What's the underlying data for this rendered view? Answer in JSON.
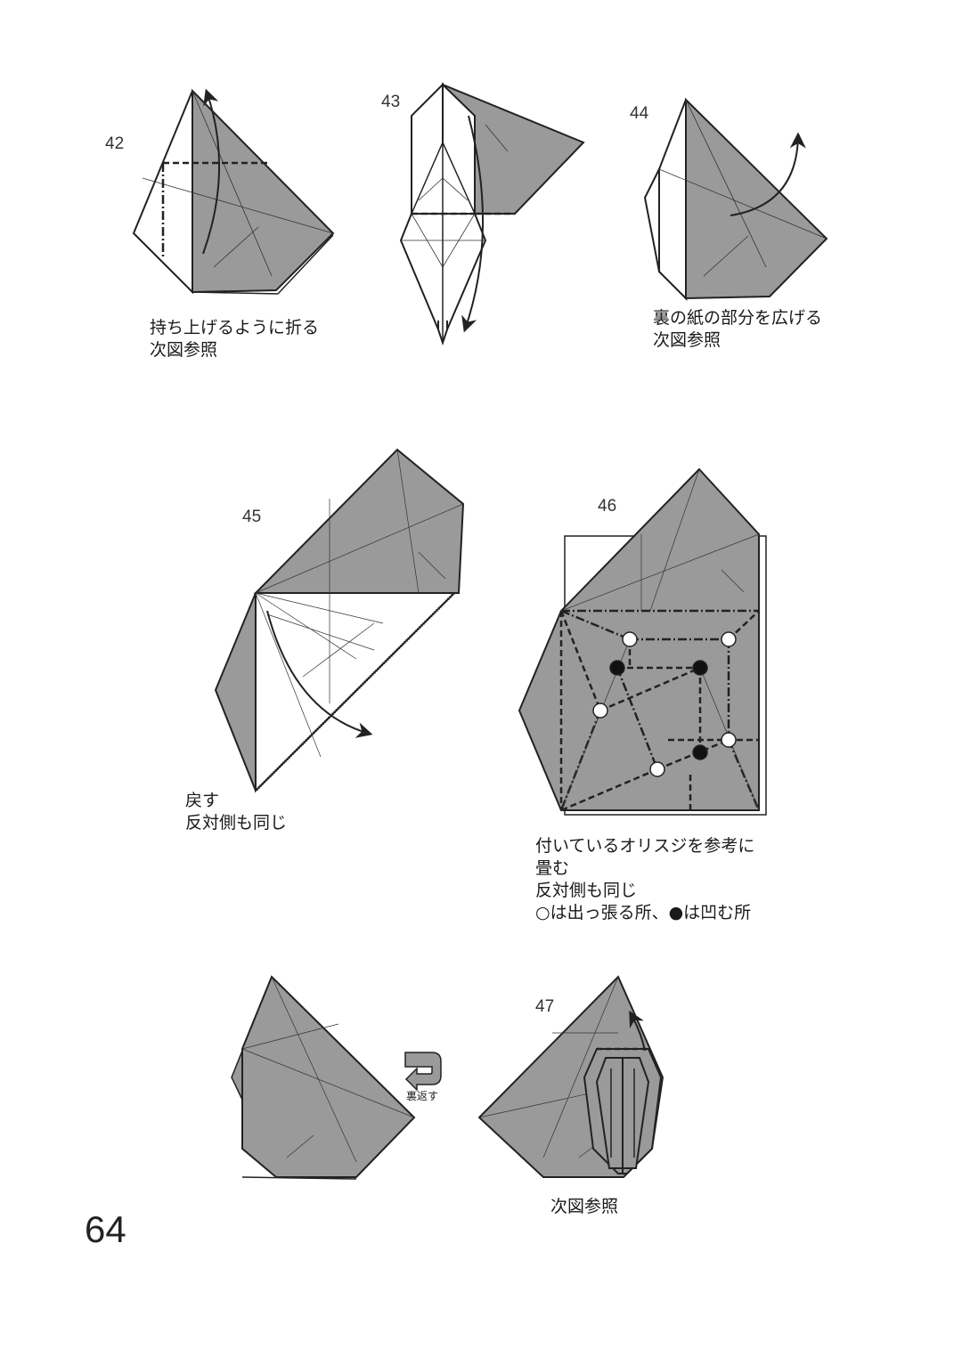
{
  "page": {
    "number": "64",
    "colors": {
      "paper_gray": "#9a9a9a",
      "line": "#222222",
      "background": "#ffffff"
    }
  },
  "steps": [
    {
      "number": "42",
      "caption": [
        "持ち上げるように折る",
        "次図参照"
      ]
    },
    {
      "number": "43",
      "caption": []
    },
    {
      "number": "44",
      "caption": [
        "裏の紙の部分を広げる",
        "次図参照"
      ]
    },
    {
      "number": "45",
      "caption": [
        "戻す",
        "反対側も同じ"
      ]
    },
    {
      "number": "46",
      "caption": [
        "付いているオリスジを参考に",
        "畳む",
        "反対側も同じ",
        "○は出っ張る所、●は凹む所"
      ]
    },
    {
      "number": "",
      "caption": []
    },
    {
      "number": "47",
      "caption": [
        "次図参照"
      ]
    }
  ],
  "flip_symbol": {
    "icon": "turn-over-icon",
    "label": "裏返す"
  }
}
